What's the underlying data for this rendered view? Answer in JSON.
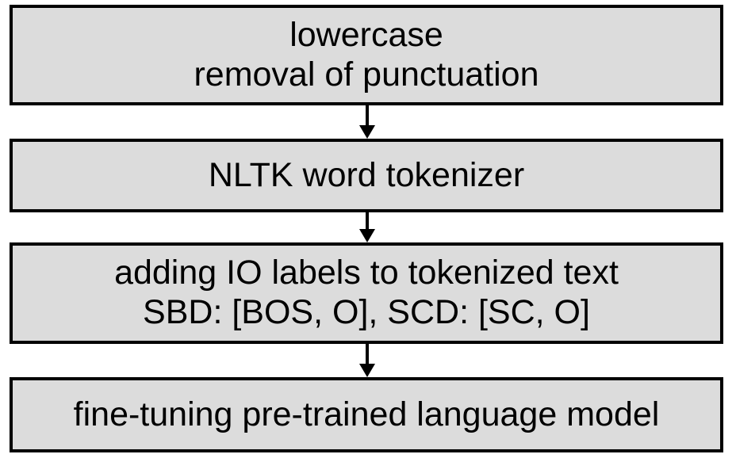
{
  "steps": [
    {
      "lines": [
        "lowercase",
        "removal of punctuation"
      ]
    },
    {
      "lines": [
        "NLTK word tokenizer"
      ]
    },
    {
      "lines": [
        "adding IO labels to tokenized text",
        "SBD: [BOS, O], SCD: [SC, O]"
      ]
    },
    {
      "lines": [
        "fine-tuning pre-trained language model"
      ]
    }
  ]
}
